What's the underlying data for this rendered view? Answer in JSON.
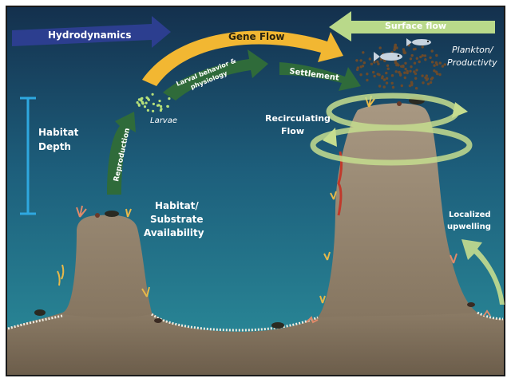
{
  "labels": {
    "hydrodynamics": "Hydrodynamics",
    "gene_flow": "Gene Flow",
    "surface_flow": "Surface flow",
    "plankton_line1": "Plankton/",
    "plankton_line2": "Productivty",
    "larval_line1": "Larval behavior &",
    "larval_line2": "physiology",
    "settlement": "Settlement",
    "larvae": "Larvae",
    "reproduction": "Reproduction",
    "recirculating_line1": "Recirculating",
    "recirculating_line2": "Flow",
    "habitat_depth_line1": "Habitat",
    "habitat_depth_line2": "Depth",
    "availability_line1": "Habitat/",
    "availability_line2": "Substrate",
    "availability_line3": "Availability",
    "upwelling_line1": "Localized",
    "upwelling_line2": "upwelling"
  },
  "colors": {
    "water_top": "#16304e",
    "water_mid": "#1f6b83",
    "water_bottom": "#2c8f9c",
    "rock": "#9e8f78",
    "rock_dark": "#7a6c58",
    "seafloor": "#8a7a64",
    "hydrodynamics_arrow": "#2c3e8f",
    "gene_flow_arrow": "#f2b732",
    "biology_arrow": "#2f6b3a",
    "surface_flow_arrow": "#b9d98a",
    "recirculating_ring": "#c5dd8f",
    "upwelling_arrow": "#c5dd8f",
    "depth_bar": "#2ea8e0",
    "plankton": "#6b4a2b",
    "larvae": "#b6e07a"
  }
}
